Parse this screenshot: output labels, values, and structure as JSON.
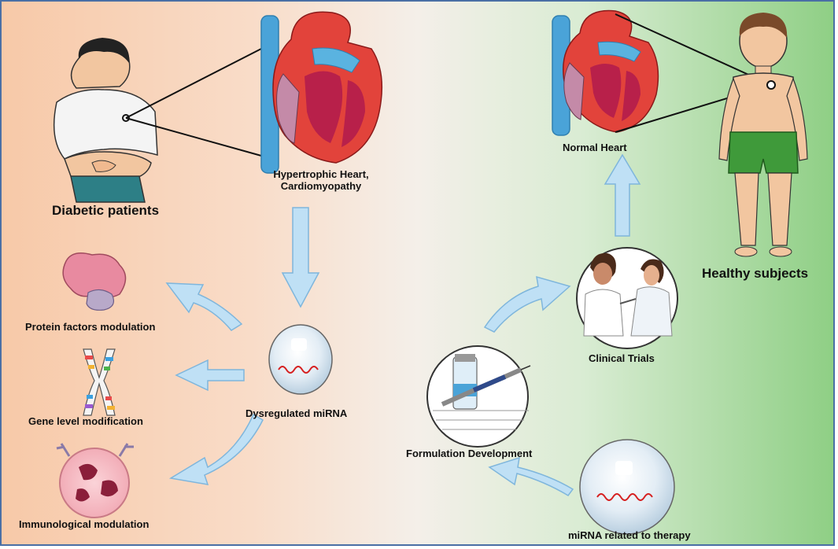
{
  "labels": {
    "diabetic": "Diabetic patients",
    "hypertrophic_line1": "Hypertrophic Heart,",
    "hypertrophic_line2": "Cardiomyopathy",
    "normal_heart": "Normal Heart",
    "healthy": "Healthy subjects",
    "protein": "Protein factors modulation",
    "gene": "Gene level modification",
    "immuno": "Immunological modulation",
    "dysregulated": "Dysregulated miRNA",
    "clinical": "Clinical Trials",
    "formulation": "Formulation Development",
    "therapy": "miRNA related to therapy"
  },
  "colors": {
    "arrow_fill": "#bfe0f5",
    "arrow_stroke": "#7fb6dc",
    "mirna_strand": "#d62020",
    "heart_red": "#e2433b",
    "heart_inner": "#b8204a",
    "vessel_blue": "#4aa3d8",
    "skin": "#f2c6a0",
    "shorts_green": "#3f9a3a"
  }
}
